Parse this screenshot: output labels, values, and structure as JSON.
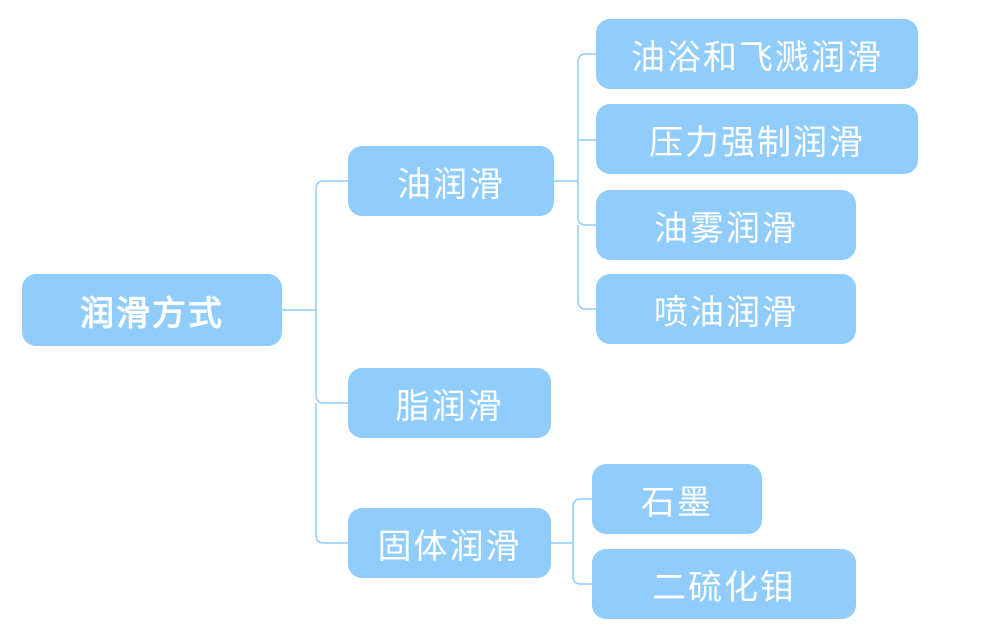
{
  "root": {
    "label": "润滑方式"
  },
  "branches": [
    {
      "label": "油润滑",
      "children": [
        "油浴和飞溅润滑",
        "压力强制润滑",
        "油雾润滑",
        "喷油润滑"
      ]
    },
    {
      "label": "脂润滑",
      "children": []
    },
    {
      "label": "固体润滑",
      "children": [
        "石墨",
        "二硫化钼"
      ]
    }
  ],
  "colors": {
    "node_fill": "#90ccfc",
    "node_text": "#ffffff",
    "connector": "#90ccfc"
  }
}
